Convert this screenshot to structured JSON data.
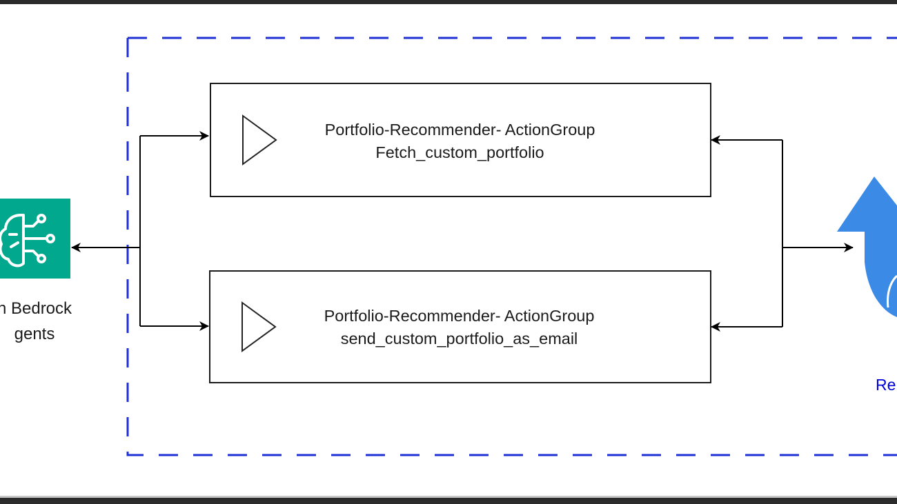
{
  "diagram": {
    "agent": {
      "label_line1": "n Bedrock",
      "label_line2": "gents",
      "icon": "bedrock-agent-brain-circuit-icon",
      "icon_color": "#01a88d"
    },
    "action_groups": [
      {
        "title": "Portfolio-Recommender- ActionGroup",
        "function": "Fetch_custom_portfolio",
        "icon": "play-triangle-icon"
      },
      {
        "title": "Portfolio-Recommender- ActionGroup",
        "function": "send_custom_portfolio_as_email",
        "icon": "play-triangle-icon"
      }
    ],
    "return_node": {
      "label": "Re",
      "icon": "curved-up-arrow-icon",
      "icon_color": "#3b8be6",
      "label_color": "#0000dd"
    },
    "boundary": {
      "style": "dashed",
      "color": "#1f2fd6"
    }
  }
}
